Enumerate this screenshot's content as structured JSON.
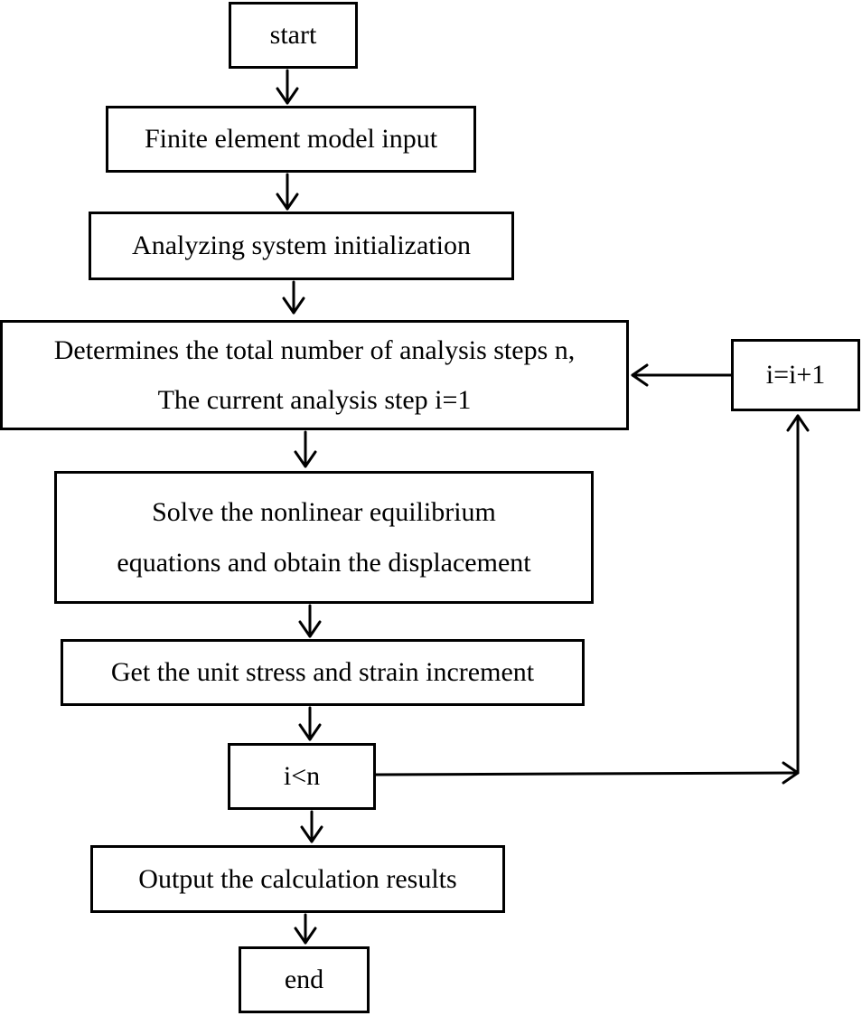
{
  "diagram": {
    "nodes": {
      "start": {
        "lines": [
          "start"
        ]
      },
      "model_input": {
        "lines": [
          "Finite element model input"
        ]
      },
      "init": {
        "lines": [
          "Analyzing system initialization"
        ]
      },
      "determine": {
        "lines": [
          "Determines the total number of analysis steps n,",
          "The current analysis step i=1"
        ]
      },
      "solve": {
        "lines": [
          "Solve the nonlinear equilibrium",
          "equations and obtain the displacement"
        ]
      },
      "stress": {
        "lines": [
          "Get the unit stress and strain increment"
        ]
      },
      "condition": {
        "lines": [
          "i<n"
        ]
      },
      "increment": {
        "lines": [
          "i=i+1"
        ]
      },
      "output": {
        "lines": [
          "Output the calculation results"
        ]
      },
      "end": {
        "lines": [
          "end"
        ]
      }
    },
    "edges": [
      [
        "start",
        "model_input"
      ],
      [
        "model_input",
        "init"
      ],
      [
        "init",
        "determine"
      ],
      [
        "determine",
        "solve"
      ],
      [
        "solve",
        "stress"
      ],
      [
        "stress",
        "condition"
      ],
      [
        "condition",
        "output"
      ],
      [
        "output",
        "end"
      ],
      [
        "condition",
        "increment"
      ],
      [
        "increment",
        "determine"
      ]
    ]
  }
}
